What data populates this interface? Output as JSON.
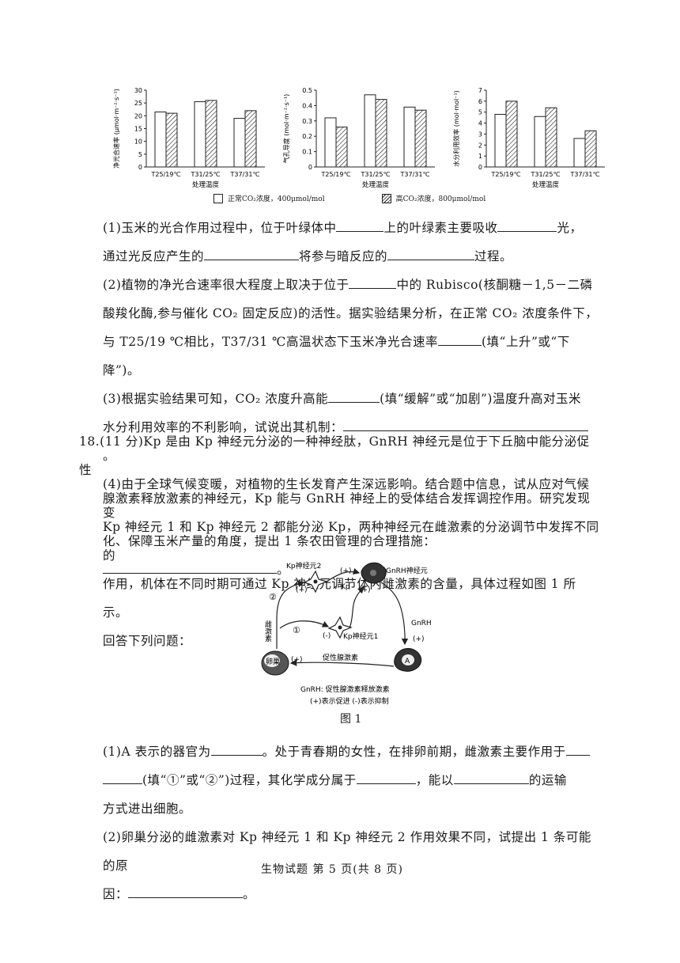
{
  "chart_data": [
    {
      "type": "bar",
      "ylabel": "净光合速率 (μmol·m⁻²·s⁻¹)",
      "xlabel": "处理温度",
      "categories": [
        "T25/19℃",
        "T31/25℃",
        "T37/31℃"
      ],
      "ylim": [
        0,
        30
      ],
      "yticks": [
        "0",
        "5",
        "10",
        "15",
        "20",
        "25",
        "30"
      ],
      "series": [
        {
          "name": "正常CO₂浓度，400μmol/mol",
          "values": [
            21.5,
            25.5,
            19
          ]
        },
        {
          "name": "高CO₂浓度，800μmol/mol",
          "values": [
            21,
            26,
            22
          ]
        }
      ]
    },
    {
      "type": "bar",
      "ylabel": "气孔导度 (mol·m⁻²·s⁻¹)",
      "xlabel": "处理温度",
      "categories": [
        "T25/19℃",
        "T31/25℃",
        "T37/31℃"
      ],
      "ylim": [
        0,
        0.5
      ],
      "yticks": [
        "0",
        "0.1",
        "0.2",
        "0.3",
        "0.4",
        "0.5"
      ],
      "series": [
        {
          "name": "正常CO₂浓度，400μmol/mol",
          "values": [
            0.32,
            0.47,
            0.39
          ]
        },
        {
          "name": "高CO₂浓度，800μmol/mol",
          "values": [
            0.26,
            0.44,
            0.37
          ]
        }
      ]
    },
    {
      "type": "bar",
      "ylabel": "水分利用效率 (mol·mol⁻¹)",
      "xlabel": "处理温度",
      "categories": [
        "T25/19℃",
        "T31/25℃",
        "T37/31℃"
      ],
      "ylim": [
        0,
        7
      ],
      "yticks": [
        "0",
        "1",
        "2",
        "3",
        "4",
        "5",
        "6",
        "7"
      ],
      "series": [
        {
          "name": "正常CO₂浓度，400μmol/mol",
          "values": [
            4.8,
            4.6,
            2.6
          ]
        },
        {
          "name": "高CO₂浓度，800μmol/mol",
          "values": [
            6,
            5.4,
            3.3
          ]
        }
      ]
    }
  ],
  "legend": {
    "normal": "正常CO₂浓度，400μmol/mol",
    "high": "高CO₂浓度，800μmol/mol"
  },
  "q17": {
    "p1_a": "(1)玉米的光合作用过程中，位于叶绿体中",
    "p1_b": "上的叶绿素主要吸收",
    "p1_c": "光，",
    "p1_d": "通过光反应产生的",
    "p1_e": "将参与暗反应的",
    "p1_f": "过程。",
    "p2_a": "(2)植物的净光合速率很大程度上取决于位于",
    "p2_b": "中的 Rubisco(核酮糖－1,5－二磷",
    "p2_c": "酸羧化酶,参与催化 CO₂ 固定反应)的活性。据实验结果分析，在正常 CO₂ 浓度条件下，",
    "p2_d": "与 T25/19 ℃相比，T37/31 ℃高温状态下玉米净光合速率",
    "p2_e": "(填“上升”或“下降”)。",
    "p3_a": "(3)根据实验结果可知，CO₂ 浓度升高能",
    "p3_b": "(填“缓解”或“加剧”)温度升高对玉米",
    "p3_c": "水分利用效率的不利影响，试说出其机制：",
    "p3_d": "。",
    "p4_a": "(4)由于全球气候变暖，对植物的生长发育产生深远影响。结合题中信息，试从应对气候变",
    "p4_b": "化、保障玉米产量的角度，提出 1 条农田管理的合理措施：",
    "p4_c": "。"
  },
  "q18": {
    "intro_1": "18.(11 分)Kp 是由 Kp 神经元分泌的一种神经肽，GnRH 神经元是位于下丘脑中能分泌促性",
    "intro_2": "腺激素释放激素的神经元，Kp 能与 GnRH 神经上的受体结合发挥调控作用。研究发现",
    "intro_3": "Kp 神经元 1 和 Kp 神经元 2 都能分泌 Kp，两种神经元在雌激素的分泌调节中发挥不同的",
    "intro_4": "作用，机体在不同时期可通过 Kp 神经元调节体内雌激素的含量，具体过程如图 1 所示。",
    "intro_5": "回答下列问题：",
    "fig": {
      "kp2": "Kp神经元2",
      "gnrh_neuron": "GnRH神经元",
      "kp": "Kp",
      "plus": "(+)",
      "minus": "(-)",
      "circ2": "②",
      "circ1": "①",
      "estrogen": "雌激素",
      "kp1": "Kp神经元1",
      "gnrh": "GnRH",
      "ovary": "卵巢",
      "organ_a": "A",
      "fsh": "促性腺激素",
      "note1": "GnRH: 促性腺激素释放激素",
      "note2": "(+)表示促进  (-)表示抑制"
    },
    "caption": "图 1",
    "q1_a": "(1)A 表示的器官为",
    "q1_b": "。处于青春期的女性，在排卵前期，雌激素主要作用于",
    "q1_c": "(填“①”或“②”)过程，其化学成分属于",
    "q1_d": "，能以",
    "q1_e": "的运输",
    "q1_f": "方式进出细胞。",
    "q2_a": "(2)卵巢分泌的雌激素对 Kp 神经元 1 和 Kp 神经元 2 作用效果不同，试提出 1 条可能的原",
    "q2_b": "因：",
    "q2_c": "。"
  },
  "footer": "生物试题   第 5 页(共 8 页)"
}
